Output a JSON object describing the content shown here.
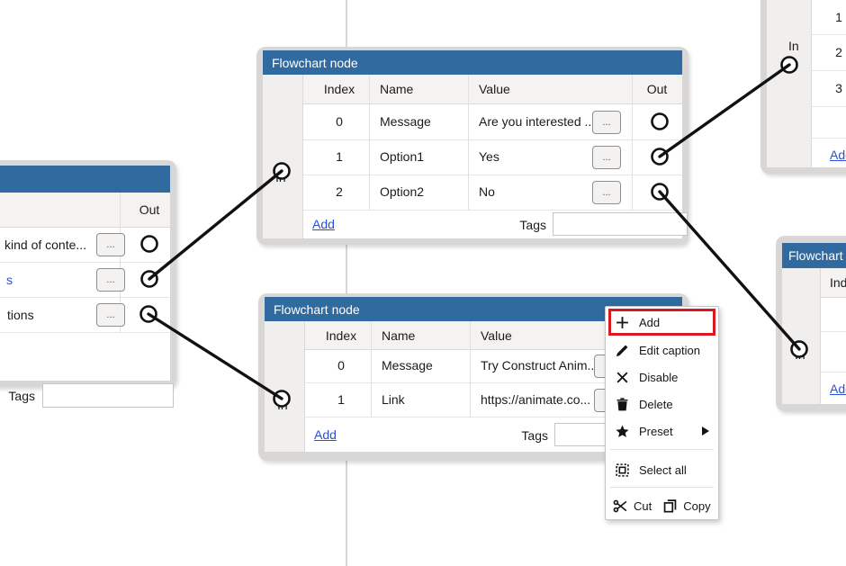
{
  "colors": {
    "header_blue": "#306a9e",
    "link_blue": "#2a4fd6",
    "highlight_red": "#d8191f",
    "connector_black": "#111111"
  },
  "ui": {
    "ellipsis": "..."
  },
  "panel_top": {
    "caption": "Flowchart node",
    "in_label": "In",
    "columns": {
      "index": "Index",
      "name": "Name",
      "value": "Value",
      "out": "Out"
    },
    "rows": [
      {
        "index": "0",
        "name": "Message",
        "value": "Are you interested ..."
      },
      {
        "index": "1",
        "name": "Option1",
        "value": "Yes"
      },
      {
        "index": "2",
        "name": "Option2",
        "value": "No"
      }
    ],
    "add_label": "Add",
    "tags_label": "Tags",
    "tags_value": ""
  },
  "panel_bottom": {
    "caption": "Flowchart node",
    "in_label": "In",
    "columns": {
      "index": "Index",
      "name": "Name",
      "value": "Value",
      "out": "Out"
    },
    "rows": [
      {
        "index": "0",
        "name": "Message",
        "value": "Try Construct Anim..."
      },
      {
        "index": "1",
        "name": "Link",
        "value": "https://animate.co..."
      }
    ],
    "add_label": "Add",
    "tags_label": "Tags",
    "tags_value": ""
  },
  "panel_left": {
    "out_label": "Out",
    "rows": [
      {
        "value": "kind of conte..."
      },
      {
        "value": "s"
      },
      {
        "value": "tions"
      }
    ],
    "tags_label": "Tags",
    "tags_value": ""
  },
  "panel_top_right": {
    "in_label": "In",
    "rows": [
      "1",
      "2",
      "3"
    ],
    "add_label": "Add"
  },
  "panel_right_middle": {
    "caption": "Flowchart node",
    "index_column": "Index",
    "in_label": "In",
    "add_label": "Add"
  },
  "context_menu": {
    "items": [
      {
        "label": "Add"
      },
      {
        "label": "Edit caption"
      },
      {
        "label": "Disable"
      },
      {
        "label": "Delete"
      },
      {
        "label": "Preset"
      },
      {
        "label": "Select all"
      },
      {
        "label": "Cut"
      },
      {
        "label": "Copy"
      }
    ]
  }
}
